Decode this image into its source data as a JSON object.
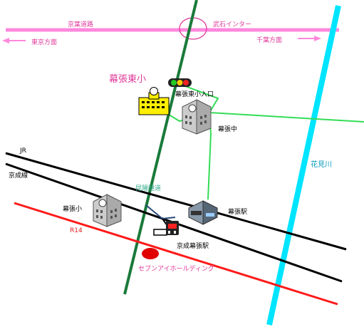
{
  "labels": {
    "keiyo_road": "京葉道路",
    "takeishi_ic": "武石インター",
    "to_tokyo": "東京方面",
    "to_chiba": "千葉方面",
    "makuhari_higashi_sho": "幕張東小",
    "higashi_sho_entrance": "幕張東小入口",
    "makuhari_chu": "幕張中",
    "hanamigawa": "花見川",
    "jr": "JR",
    "keisei_line": "京成線",
    "konyo_tunnel": "昆陽隧道",
    "makuhari_sho": "幕張小",
    "makuhari_station": "幕張駅",
    "r14": "R14",
    "keisei_makuhari_station": "京成幕張駅",
    "seven_and_i": "セブンアイホールディング"
  },
  "colors": {
    "expressway": "#ff88dd",
    "expressway_text": "#e0389a",
    "river": "#00e5ff",
    "river_text": "#0099bb",
    "railway": "#000000",
    "r14": "#ff1a1a",
    "r14_text": "#e02020",
    "green_road": "#1a7a3a",
    "access_route": "#33dd55",
    "tunnel_text": "#33aa88",
    "school_title": "#e0389a",
    "target_marker": "#e00000",
    "school_fill": "#ffee00",
    "building": "#bbbbbb"
  },
  "icons": [
    "traffic-signal-icon",
    "elementary-school-icon",
    "school-building-icon",
    "station-building-icon",
    "keisei-station-icon",
    "location-marker-icon"
  ]
}
